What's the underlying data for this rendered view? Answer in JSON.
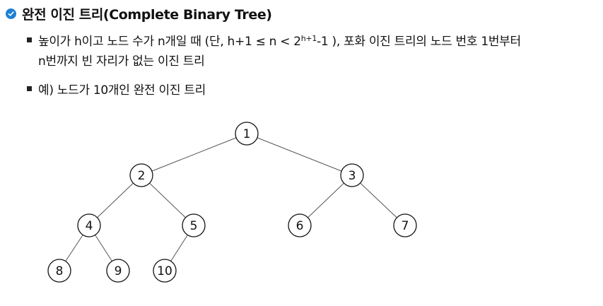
{
  "title": "완전 이진 트리(Complete Binary Tree)",
  "bullet1": {
    "part1": "높이가 h이고 노드 수가 n개일 때 (단, h+1 ≤ n < 2",
    "sup": "h+1",
    "part2": "-1 ), 포화 이진 트리의 노드 번호 1번부터",
    "line2": "n번까지 빈 자리가 없는 이진 트리"
  },
  "bullet2": "예) 노드가 10개인 완전 이진 트리",
  "tree": {
    "nodes": [
      "1",
      "2",
      "3",
      "4",
      "5",
      "6",
      "7",
      "8",
      "9",
      "10"
    ],
    "edges": [
      [
        "1",
        "2"
      ],
      [
        "1",
        "3"
      ],
      [
        "2",
        "4"
      ],
      [
        "2",
        "5"
      ],
      [
        "3",
        "6"
      ],
      [
        "3",
        "7"
      ],
      [
        "4",
        "8"
      ],
      [
        "4",
        "9"
      ],
      [
        "5",
        "10"
      ]
    ]
  },
  "colors": {
    "accent": "#1e7fd6"
  },
  "icons": {
    "title_marker": "check-circle-icon",
    "bullet_marker": "square-bullet-icon"
  }
}
